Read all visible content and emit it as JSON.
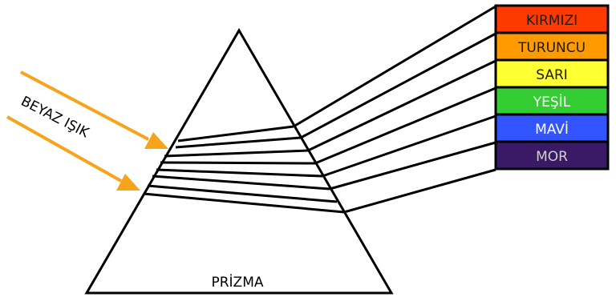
{
  "incoming_label": "BEYAZ IŞIK",
  "prism_label": "PRİZMA",
  "spectrum": [
    {
      "label": "KIRMIZI",
      "fill": "#ff3a00",
      "text_color": "#1a1a1a"
    },
    {
      "label": "TURUNCU",
      "fill": "#ff9a00",
      "text_color": "#1a1a1a"
    },
    {
      "label": "SARI",
      "fill": "#ffff33",
      "text_color": "#1a1a1a"
    },
    {
      "label": "YEŞİL",
      "fill": "#33cc33",
      "text_color": "#ffffff"
    },
    {
      "label": "MAVİ",
      "fill": "#3355ff",
      "text_color": "#ffffff"
    },
    {
      "label": "MOR",
      "fill": "#3a1a66",
      "text_color": "#cfcfcf"
    }
  ],
  "colors": {
    "arrow": "#f7a31c",
    "outline": "#000000"
  }
}
